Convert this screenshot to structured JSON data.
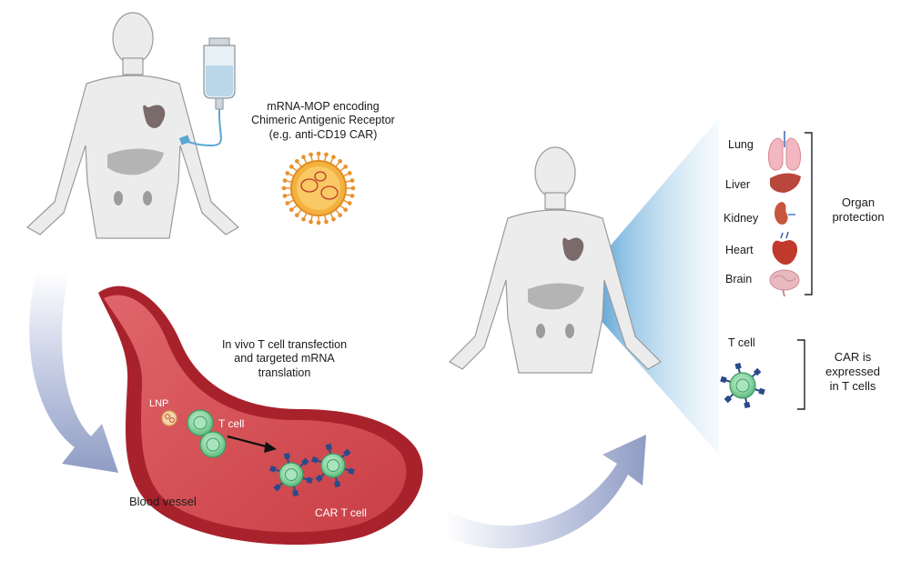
{
  "colors": {
    "arrow": "#9aa6c8",
    "vessel_outer": "#a8222c",
    "vessel_inner": "#d94a4f",
    "body_skin": "#ececec",
    "body_outline": "#9a9a9a",
    "cone": "#3a8ec7",
    "tcell": "#7fcf9a",
    "car_receptor": "#2b4a8a"
  },
  "labels": {
    "mop_text": [
      "mRNA-MOP encoding",
      "Chimeric Antigenic Receptor",
      "(e.g. anti-CD19 CAR)"
    ],
    "transfection_text": [
      "In vivo T cell transfection",
      "and targeted mRNA",
      "translation"
    ],
    "lnp": "LNP",
    "tcell_vessel": "T cell",
    "car_tcell": "CAR T cell",
    "blood_vessel": "Blood vessel",
    "organs": [
      "Lung",
      "Liver",
      "Kidney",
      "Heart",
      "Brain"
    ],
    "organ_protection": [
      "Organ",
      "protection"
    ],
    "tcell_right": "T cell",
    "car_expressed": [
      "CAR is",
      "expressed",
      "in T cells"
    ]
  },
  "icons": [
    "iv-bag-icon",
    "nanoparticle-icon",
    "heart-icon",
    "liver-icon",
    "kidney-icon",
    "lung-icon",
    "brain-icon",
    "t-cell-icon",
    "car-t-cell-icon",
    "curved-arrow-icon"
  ]
}
